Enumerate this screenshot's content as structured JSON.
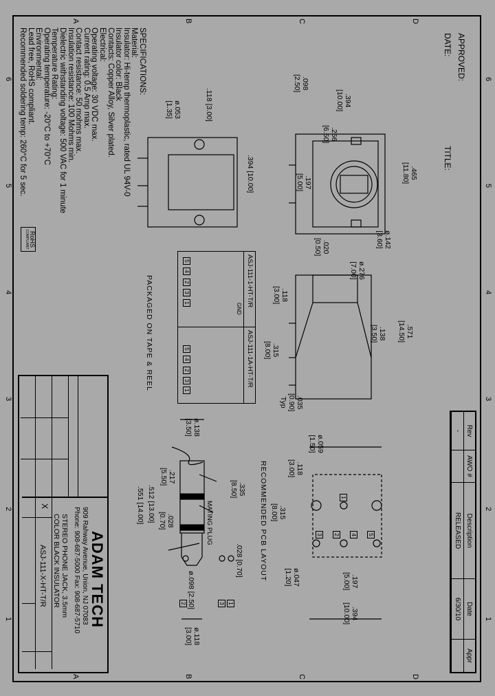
{
  "border_zones": {
    "letters": [
      "A",
      "B",
      "C",
      "D"
    ],
    "numbers": [
      "6",
      "5",
      "4",
      "3",
      "2",
      "1"
    ]
  },
  "approval": {
    "approved_label": "APPROVED:",
    "date_label": "DATE:",
    "title_label": "TITLE:"
  },
  "specifications": {
    "lines": [
      "SPECIFICATIONS:",
      "Material:",
      "Insulator: Hi-temp thermoplastic, rated UL 94V-0",
      "Insulator color: Black",
      "Contacts: Copper Alloy, Silver plated.",
      "Electrical:",
      "Operating voltage: 30 VDC max.",
      "Current rating: 0.5 Amp max.",
      "Contact resistance: 50 mohms max.",
      "Insulation resistance: 100 Mohms min.",
      "Dielectric withstanding voltage: 500 VAC for 1 minute",
      "Temperature Rating:",
      "Operating temperature: -20°C to +70°C",
      "Environmental:",
      "Lead free, RoHS compliant.",
      "Recommended soldering temp: 260°C for 5 sec."
    ],
    "rohs_badge": {
      "line1": "RoHS",
      "line2": "COMPLIANT"
    }
  },
  "revision_block": {
    "headers": [
      "Rev",
      "AWO #",
      "Description",
      "Date",
      "Appr"
    ],
    "row": [
      "-",
      "",
      "RELEASED",
      "6/30/10",
      ""
    ]
  },
  "title_block": {
    "company": "ADAM TECH",
    "address": "909 Rahway Avenue, Union, NJ 07083",
    "phone": "Phone: 908-687-5000 Fax: 908-687-5710",
    "title_line1": "STEREO PHONE JACK, 3.5mm",
    "title_line2": "COLOR BLACK INSULATOR",
    "part_number": "ASJ-111-X-HT-T/R",
    "scale_mark": "X"
  },
  "wiring_table": {
    "variants": [
      {
        "part": "ASJ-111-1-HT-T/R",
        "gnd_label": "GND",
        "pins": [
          "5",
          "4",
          "2",
          "3",
          "1"
        ]
      },
      {
        "part": "ASJ-111-1A-HT-T/R",
        "pins": [
          "5",
          "4",
          "2",
          "3",
          "1"
        ]
      }
    ]
  },
  "notes": {
    "packaging": "PACKAGED ON TAPE & REEL",
    "pcb_layout": "RECOMMENDED PCB LAYOUT",
    "mating_plug": "MATING PLUG"
  },
  "pcb_pins": [
    "1",
    "3",
    "2",
    "4",
    "5"
  ],
  "plug_pins": [
    "2",
    "3",
    "1"
  ],
  "dimensions": {
    "top_394": [
      ".394",
      "[10.00]"
    ],
    "top_256": [
      ".256",
      "[6.50]"
    ],
    "top_098": [
      ".098",
      "[2.50]"
    ],
    "top_465": [
      ".465",
      "[11.80]"
    ],
    "top_142": [
      "ø.142",
      "[3.60]"
    ],
    "top_020": [
      ".020",
      "[0.50]"
    ],
    "top_197": [
      ".197",
      "[5.00]"
    ],
    "side_394": ".394 [10.00]",
    "side_118": ".118 [3.00]",
    "side_053": [
      "ø.053",
      "[1.35]"
    ],
    "front_276": [
      "ø.276",
      "[7.00]"
    ],
    "front_571": [
      ".571",
      "[14.50]"
    ],
    "front_138": [
      ".138",
      "[3.50]"
    ],
    "front_118": [
      ".118",
      "[3.00]"
    ],
    "front_315": [
      ".315",
      "[8.00]"
    ],
    "front_035": [
      ".035",
      "[0.90]",
      "Typ"
    ],
    "pcb_059": [
      "ø.059",
      "[1.50]"
    ],
    "pcb_118": [
      ".118",
      "[3.00]"
    ],
    "pcb_315": [
      ".315",
      "[8.00]"
    ],
    "pcb_047": [
      "ø.047",
      "[1.20]"
    ],
    "pcb_197": [
      ".197",
      "[5.00]"
    ],
    "pcb_394": [
      ".394",
      "[10.00]"
    ],
    "pcb_028": ".028 [0.70]",
    "plug_138": [
      "ø.138",
      "[3.50]"
    ],
    "plug_335": [
      ".335",
      "[8.50]"
    ],
    "plug_217": [
      ".217",
      "[5.50]"
    ],
    "plug_512": ".512 [13.00]",
    "plug_551": ".551 [14.00]",
    "plug_028": [
      ".028",
      "[0.70]"
    ],
    "plug_098": "ø.098 [2.50]",
    "plug_118": [
      "ø.118",
      "[3.00]"
    ]
  }
}
